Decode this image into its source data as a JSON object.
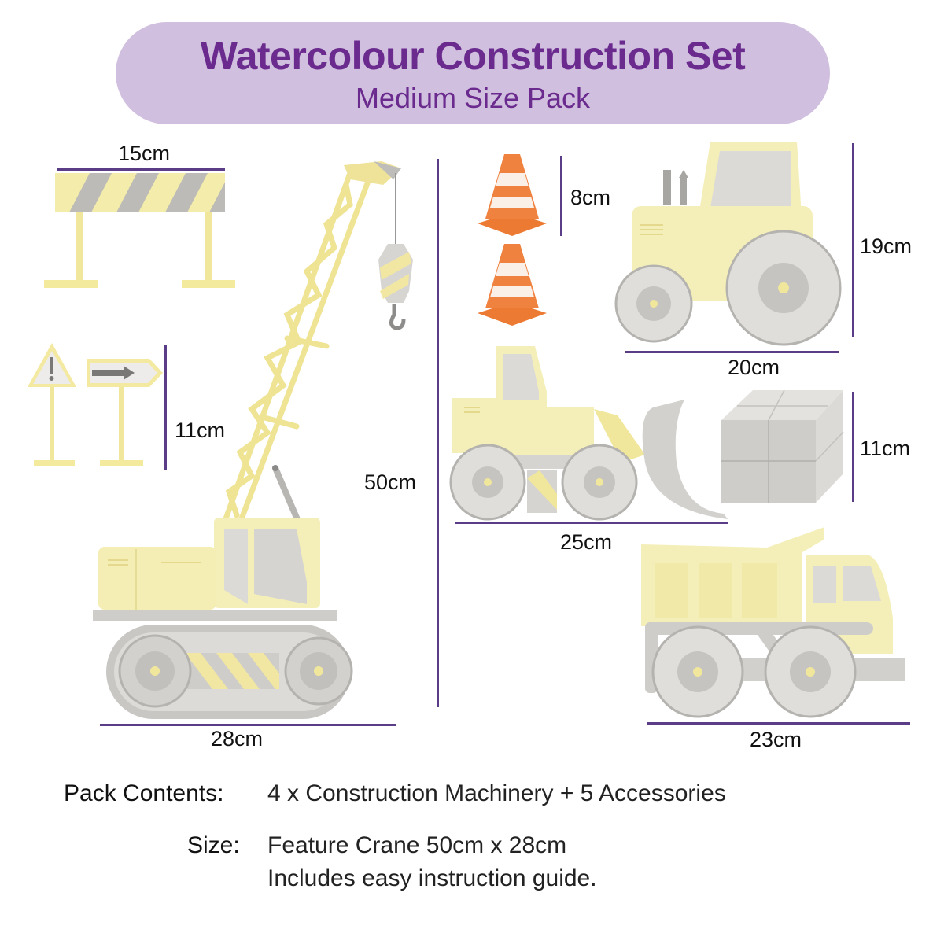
{
  "header": {
    "title": "Watercolour Construction Set",
    "subtitle": "Medium Size Pack"
  },
  "items": {
    "barrier": {
      "name": "Road Barrier",
      "width_label": "15cm"
    },
    "signs": {
      "name": "Warning & Arrow Signs",
      "height_label": "11cm"
    },
    "crane": {
      "name": "Crawler Crane",
      "height_label": "50cm",
      "width_label": "28cm"
    },
    "cones": {
      "name": "Traffic Cones",
      "height_label": "8cm"
    },
    "tractor": {
      "name": "Tractor",
      "height_label": "19cm",
      "width_label": "20cm"
    },
    "loader": {
      "name": "Wheel Loader",
      "width_label": "25cm"
    },
    "blocks": {
      "name": "Stone Blocks",
      "height_label": "11cm"
    },
    "dump_truck": {
      "name": "Dump Truck",
      "width_label": "23cm"
    }
  },
  "info": {
    "pack_contents_label": "Pack Contents:",
    "pack_contents_value": "4 x Construction Machinery + 5 Accessories",
    "size_label": "Size:",
    "size_line1": "Feature Crane 50cm x 28cm",
    "size_line2": "Includes easy instruction guide."
  },
  "colors": {
    "banner_bg": "#d0bfde",
    "title_purple": "#6a2a8e",
    "dimension_line": "#5a3d86",
    "watercolor_yellow": "#f3ecaa",
    "watercolor_grey": "#c9c7c3",
    "cone_orange": "#f07a30"
  }
}
